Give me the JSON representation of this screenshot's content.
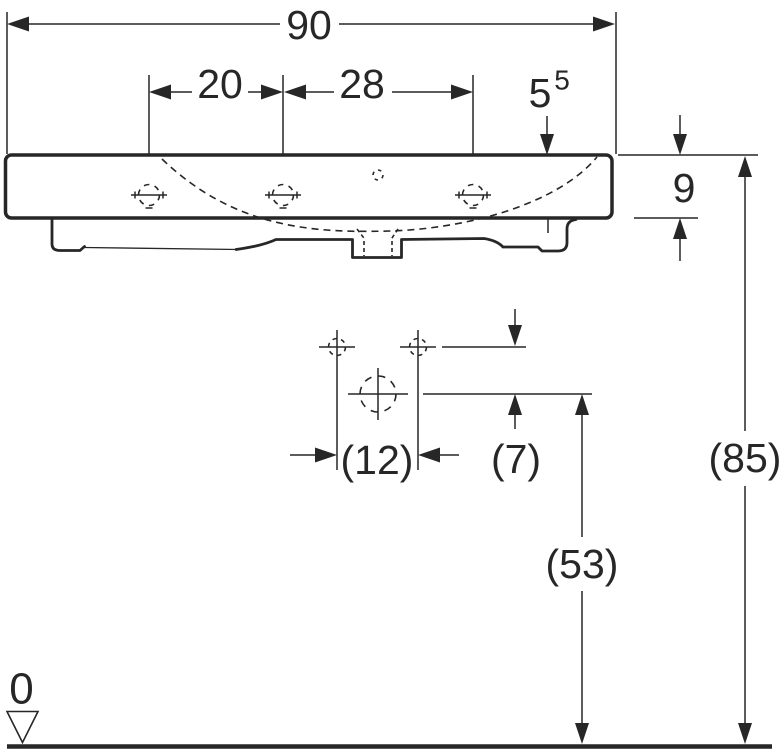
{
  "drawing": {
    "kind": "washbasin-front-elevation-dimension-drawing",
    "line_color": "#272727",
    "background_color": "#ffffff"
  },
  "dimensions": {
    "overall_width": "90",
    "tap_hole_spacing_left": "20",
    "tap_hole_spacing_right": "28",
    "tap_hole_depth_main": "5",
    "tap_hole_depth_sup": "5",
    "rim_thickness": "9",
    "fixing_hole_spacing": "(12)",
    "outlet_offset": "(7)",
    "outlet_height": "(53)",
    "rim_height": "(85)",
    "floor_level": "0"
  },
  "symbols": {
    "tap_hole_icon": "dashed-circle-crosshair",
    "overflow_icon": "small-dashed-circle",
    "fixing_hole_icon": "dashed-circle-crosshair",
    "outlet_icon": "large-dashed-circle-crosshair",
    "datum_icon": "triangle-down-outline",
    "floor_icon": "thick-horizontal-line"
  }
}
